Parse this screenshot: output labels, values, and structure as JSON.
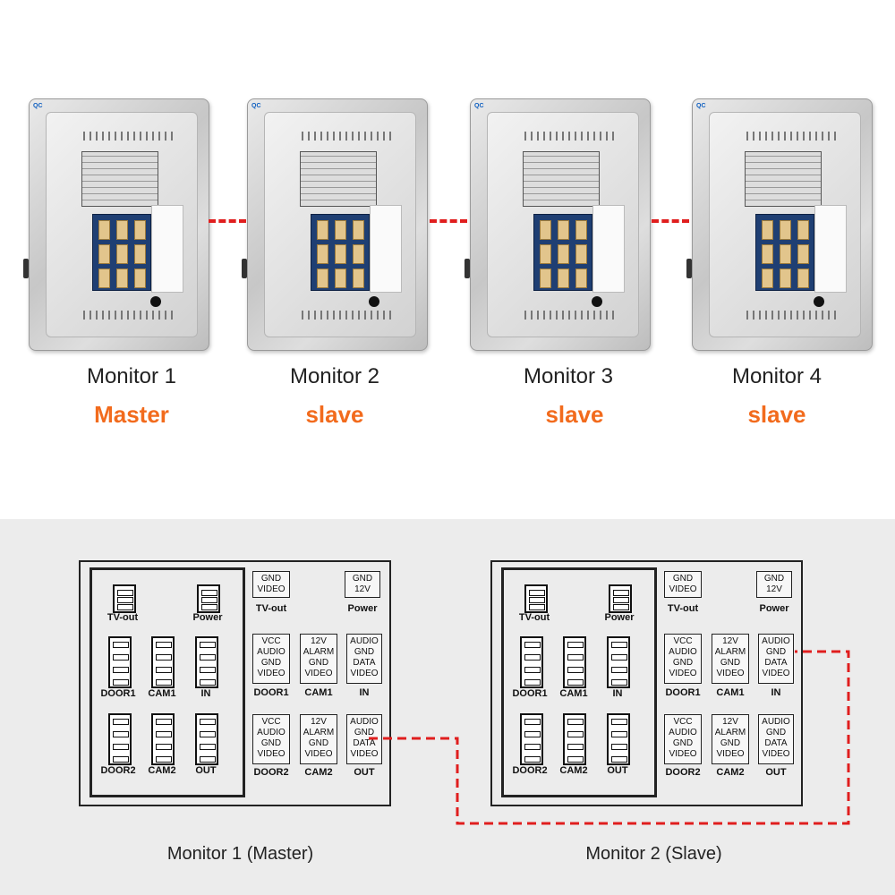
{
  "monitors": [
    {
      "name": "Monitor 1",
      "role": "Master"
    },
    {
      "name": "Monitor 2",
      "role": "slave"
    },
    {
      "name": "Monitor 3",
      "role": "slave"
    },
    {
      "name": "Monitor 4",
      "role": "slave"
    }
  ],
  "diagram": {
    "labels": {
      "tv_out": "TV-out",
      "power": "Power",
      "door1": "DOOR1",
      "cam1": "CAM1",
      "in": "IN",
      "door2": "DOOR2",
      "cam2": "CAM2",
      "out": "OUT"
    },
    "terminals": {
      "tv_out": "GND\nVIDEO",
      "power": "GND\n12V",
      "door": "VCC\nAUDIO\nGND\nVIDEO",
      "cam": "12V\nALARM\nGND\nVIDEO",
      "io": "AUDIO\nGND\nDATA\nVIDEO"
    },
    "captions": [
      "Monitor 1 (Master)",
      "Monitor 2 (Slave)"
    ]
  },
  "colors": {
    "role": "#f26b1d",
    "link": "#e01e1e",
    "panel": "#1f3f73"
  }
}
